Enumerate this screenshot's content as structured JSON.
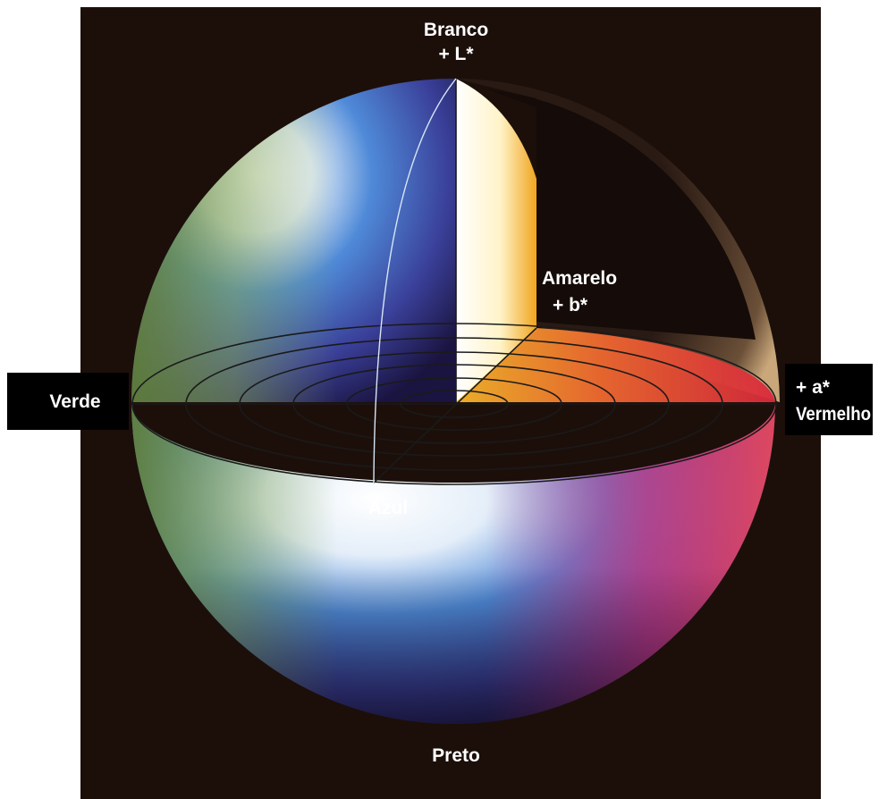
{
  "figure": {
    "labels": {
      "white": "Branco",
      "l_axis": "+ L*",
      "yellow": "Amarelo",
      "b_axis": "+ b*",
      "green": "Verde",
      "a_axis": "+ a*",
      "red": "Vermelho",
      "blue": "Azul",
      "black": "Preto"
    },
    "colors": {
      "background": "#1c0f0a",
      "white": "#ffffff",
      "yellow": "#f2b52a",
      "red": "#e3313a",
      "magenta": "#d93a74",
      "blue": "#2d6fd0",
      "violet": "#3a3d96",
      "green": "#6b8f45",
      "label_box": "#000000"
    }
  }
}
